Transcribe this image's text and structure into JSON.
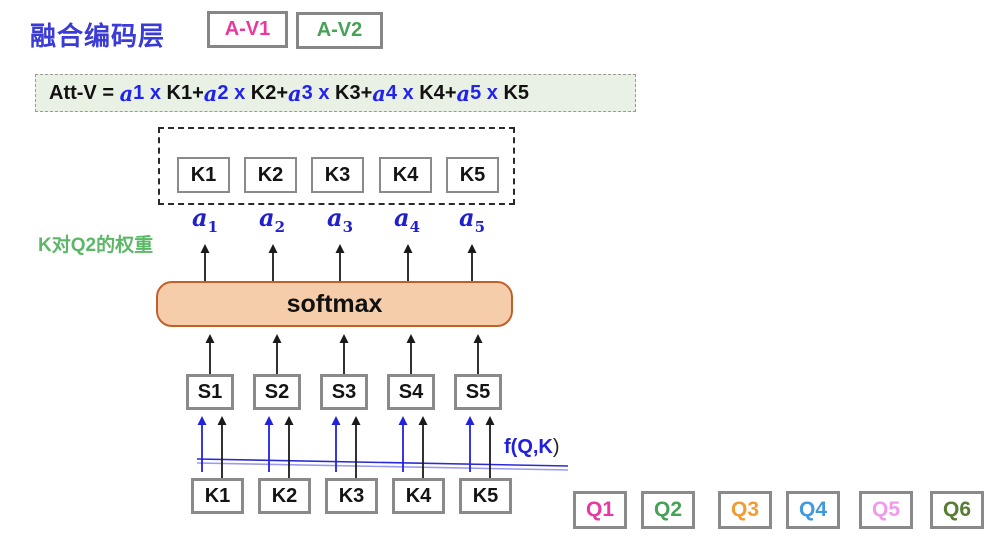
{
  "title": "融合编码层",
  "tags": [
    {
      "label": "A-V1",
      "color": "#e9399f"
    },
    {
      "label": "A-V2",
      "color": "#47a257"
    }
  ],
  "formula": {
    "parts": [
      "Att-V = ",
      "a",
      "1 x ",
      "K1",
      "+",
      "a",
      "2 x ",
      "K2",
      "+",
      "a",
      "3 x ",
      "K3",
      "+",
      "a",
      "4 x ",
      "K4",
      "+",
      "a",
      "5 x ",
      "K5"
    ]
  },
  "memory": {
    "k_labels": [
      "K1",
      "K2",
      "K3",
      "K4",
      "K5"
    ]
  },
  "alphas": [
    {
      "base": "a",
      "sub": "1"
    },
    {
      "base": "a",
      "sub": "2"
    },
    {
      "base": "a",
      "sub": "3"
    },
    {
      "base": "a",
      "sub": "4"
    },
    {
      "base": "a",
      "sub": "5"
    }
  ],
  "weight_label": "K对Q2的权重",
  "softmax_label": "softmax",
  "s_labels": [
    "S1",
    "S2",
    "S3",
    "S4",
    "S5"
  ],
  "score_fn": {
    "main": "f(Q,K",
    "paren": ")"
  },
  "bottom_k_labels": [
    "K1",
    "K2",
    "K3",
    "K4",
    "K5"
  ],
  "queries": [
    {
      "label": "Q1",
      "color": "#e9399f"
    },
    {
      "label": "Q2",
      "color": "#47a257"
    },
    {
      "label": "Q3",
      "color": "#f39b32"
    },
    {
      "label": "Q4",
      "color": "#3f9ade"
    },
    {
      "label": "Q5",
      "color": "#f09aec"
    },
    {
      "label": "Q6",
      "color": "#567d33"
    }
  ],
  "colors": {
    "title_blue": "#3b3bd6",
    "formula_blue": "#2222ee",
    "alpha_blue": "#2121cc",
    "score_blue": "#2020dd",
    "weight_green": "#5cb867",
    "softmax_fill": "#f6cdaa",
    "softmax_border": "#c2602a",
    "formula_bg": "#e9f0e4",
    "box_border_gray": "#8a8a8a",
    "arrow_black": "#1a1a1a",
    "arrow_blue": "#2222dd"
  }
}
